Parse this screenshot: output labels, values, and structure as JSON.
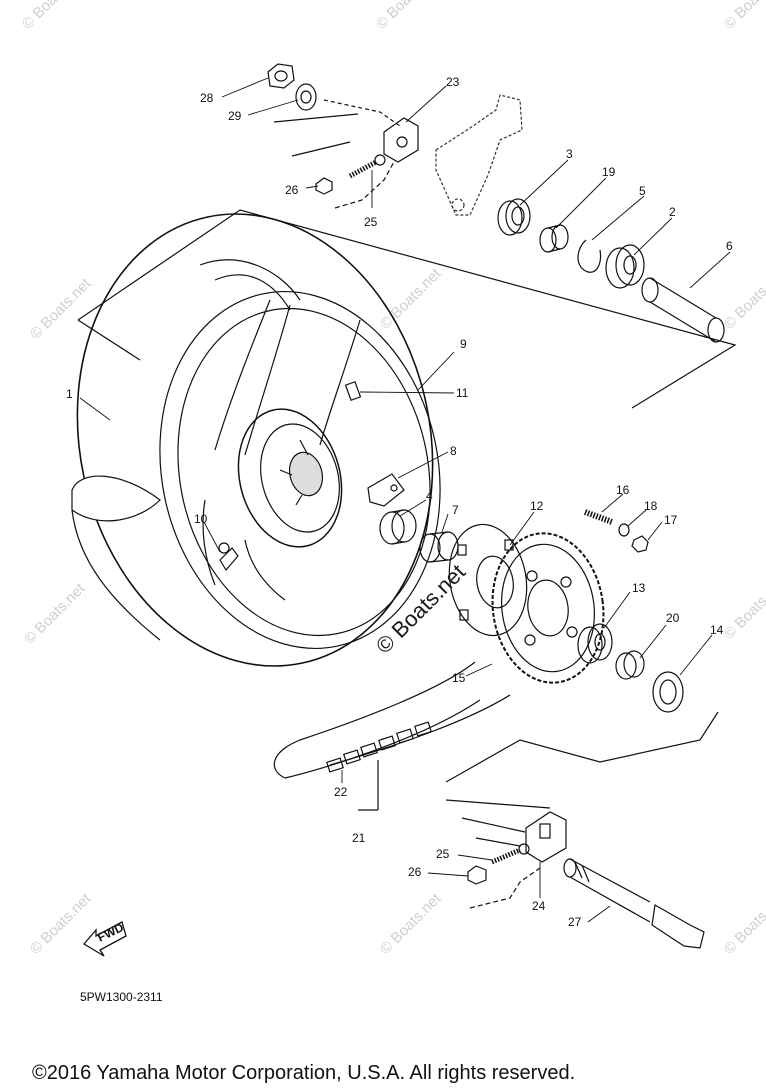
{
  "callouts": {
    "c1": "1",
    "c2": "2",
    "c3": "3",
    "c4": "4",
    "c5": "5",
    "c6": "6",
    "c7": "7",
    "c8": "8",
    "c9": "9",
    "c10": "10",
    "c11": "11",
    "c12": "12",
    "c13": "13",
    "c14": "14",
    "c15": "15",
    "c16": "16",
    "c17": "17",
    "c18": "18",
    "c19": "19",
    "c20": "20",
    "c21": "21",
    "c22": "22",
    "c23": "23",
    "c24": "24",
    "c25a": "25",
    "c25b": "25",
    "c26a": "26",
    "c26b": "26",
    "c27": "27",
    "c28": "28",
    "c29": "29"
  },
  "fwd_label": "FWD",
  "watermark_small": "© Boats.net",
  "watermark_center": "© Boats.net",
  "diagram_code": "5PW1300-2311",
  "copyright": "©2016 Yamaha Motor Corporation, U.S.A. All rights reserved."
}
